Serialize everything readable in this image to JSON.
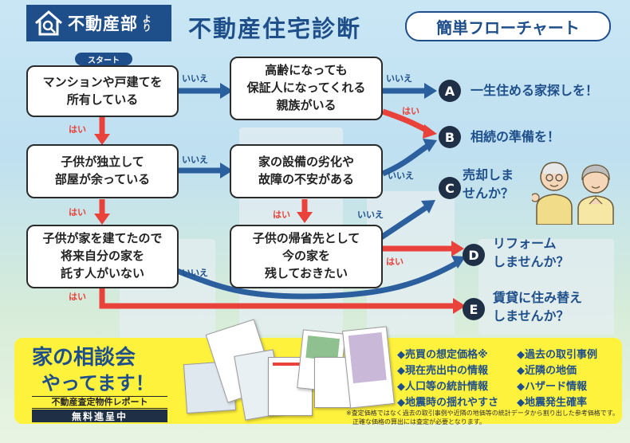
{
  "header": {
    "logo_text": "不動産部",
    "logo_suffix": "より",
    "title": "不動産住宅診断",
    "subtitle": "簡単フローチャート"
  },
  "flow": {
    "start_label": "スタート",
    "q1": "マンションや戸建てを\n所有している",
    "q2": "高齢になっても\n保証人になってくれる\n親族がいる",
    "q3": "子供が独立して\n部屋が余っている",
    "q4": "家の設備の劣化や\n故障の不安がある",
    "q5": "子供が家を建てたので\n将来自分の家を\n託す人がいない",
    "q6": "子供の帰省先として\n今の家を\n残しておきたい",
    "yes": "はい",
    "no": "いいえ"
  },
  "outcomes": [
    {
      "letter": "A",
      "text": "一生住める家探しを！"
    },
    {
      "letter": "B",
      "text": "相続の準備を！"
    },
    {
      "letter": "C",
      "text": "売却しま\nせんか？"
    },
    {
      "letter": "D",
      "text": "リフォーム\nしませんか？"
    },
    {
      "letter": "E",
      "text": "賃貸に住み替え\nしませんか？"
    }
  ],
  "banner": {
    "title_line1": "家の相談会",
    "title_line2": "やってます！",
    "report_label": "不動産査定物件レポート",
    "free_label": "無料進呈中",
    "features_left": [
      "◆売買の想定価格※",
      "◆現在売出中の情報",
      "◆人口等の統計情報",
      "◆地震時の揺れやすさ"
    ],
    "features_right": [
      "◆過去の取引事例",
      "◆近隣の地価",
      "◆ハザード情報",
      "◆地震発生確率"
    ],
    "note": "※査定価格ではなく過去の取引事例や近隣の地価等の統計データから割り出した参考価格です。\n　正確な価格の算出には査定が必要となります。"
  },
  "colors": {
    "brand_blue": "#1f4f8b",
    "yes_red": "#e9423b",
    "banner_yellow": "#fff23c",
    "circle_dark": "#1f2f45"
  }
}
